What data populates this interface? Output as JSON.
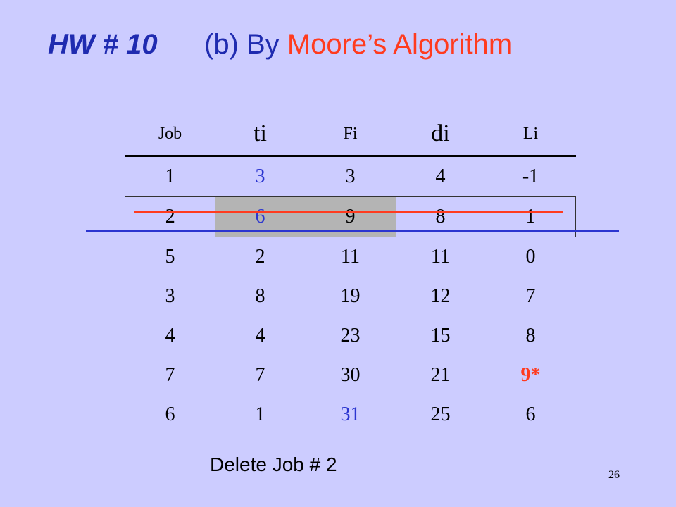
{
  "slide": {
    "title_prefix": "HW # 10",
    "title_part": "(b) By",
    "title_accent": "Moore’s Algorithm",
    "footer_note": "Delete Job # 2",
    "page_number": "26"
  },
  "table": {
    "headers": [
      "Job",
      "ti",
      "Fi",
      "di",
      "Li"
    ],
    "rows": [
      {
        "job": "1",
        "ti": "3",
        "fi": "3",
        "di": "4",
        "li": "-1"
      },
      {
        "job": "2",
        "ti": "6",
        "fi": "9",
        "di": "8",
        "li": "1"
      },
      {
        "job": "5",
        "ti": "2",
        "fi": "11",
        "di": "11",
        "li": "0"
      },
      {
        "job": "3",
        "ti": "8",
        "fi": "19",
        "di": "12",
        "li": "7"
      },
      {
        "job": "4",
        "ti": "4",
        "fi": "23",
        "di": "15",
        "li": "8"
      },
      {
        "job": "7",
        "ti": "7",
        "fi": "30",
        "di": "21",
        "li": "9*"
      },
      {
        "job": "6",
        "ti": "1",
        "fi": "31",
        "di": "25",
        "li": "6"
      }
    ]
  },
  "colors": {
    "background": "#ccccff",
    "title_blue": "#1f2bb0",
    "accent_red": "#ff3b1f",
    "highlight_blue": "#2b35d0",
    "shade_gray": "#b4b4b4"
  }
}
